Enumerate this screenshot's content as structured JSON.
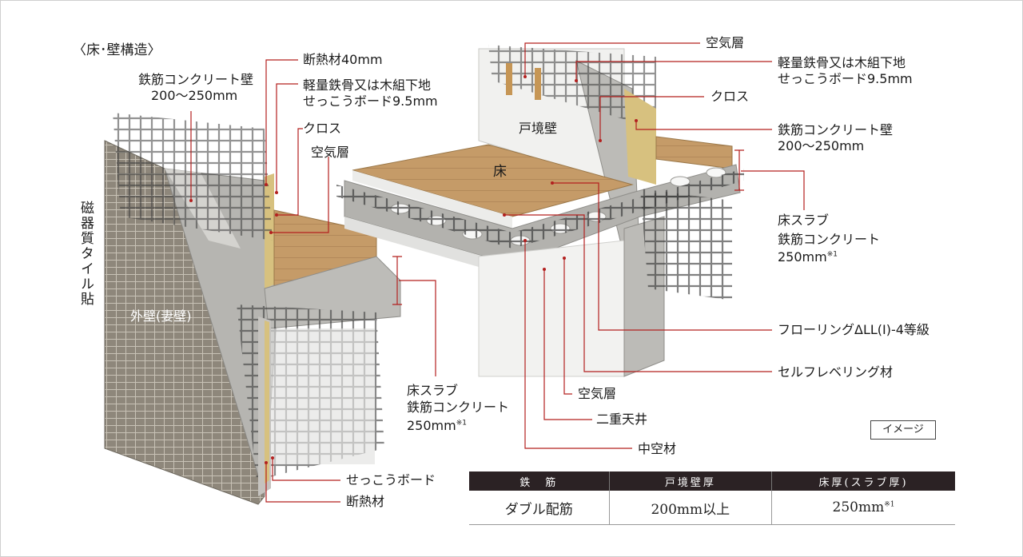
{
  "title": "〈床･壁構造〉",
  "badge": "イメージ",
  "labels": {
    "rc_wall_left": "鉄筋コンクリート壁\n　200〜250mm",
    "insulation_40": "断熱材40mm",
    "lightsteel_left": "軽量鉄骨又は木組下地\nせっこうボード9.5mm",
    "cloth_left": "クロス",
    "airlayer_left": "空気層",
    "tile_vertical": "磁器質タイル貼",
    "exterior_wall": "外壁(妻壁)",
    "slab_left_1": "床スラブ",
    "slab_left_2": "鉄筋コンクリート",
    "slab_left_3": "250mm",
    "gypsum_board": "せっこうボード",
    "insulation": "断熱材",
    "airlayer_top": "空気層",
    "lightsteel_right": "軽量鉄骨又は木組下地\nせっこうボード9.5mm",
    "cloth_right": "クロス",
    "rc_wall_right": "鉄筋コンクリート壁\n200〜250mm",
    "slab_right_1": "床スラブ",
    "slab_right_2": "鉄筋コンクリート",
    "slab_right_3": "250mm",
    "flooring": "フローリングΔLL(I)-4等級",
    "self_leveling": "セルフレベリング材",
    "airlayer_bottom": "空気層",
    "double_ceiling": "二重天井",
    "hollow": "中空材",
    "partition_wall": "戸境壁",
    "floor": "床",
    "note_mark": "※1"
  },
  "table": {
    "headers": [
      "鉄　筋",
      "戸境壁厚",
      "床厚(スラブ厚)"
    ],
    "row": [
      "ダブル配筋",
      "200mm以上",
      "250mm"
    ]
  },
  "colors": {
    "leader": "#b3201f",
    "concrete": "#b9b9b6",
    "tile": "#8c8579",
    "wood": "#c9a16f",
    "insulation": "#d9c48c",
    "header": "#2b2224"
  }
}
